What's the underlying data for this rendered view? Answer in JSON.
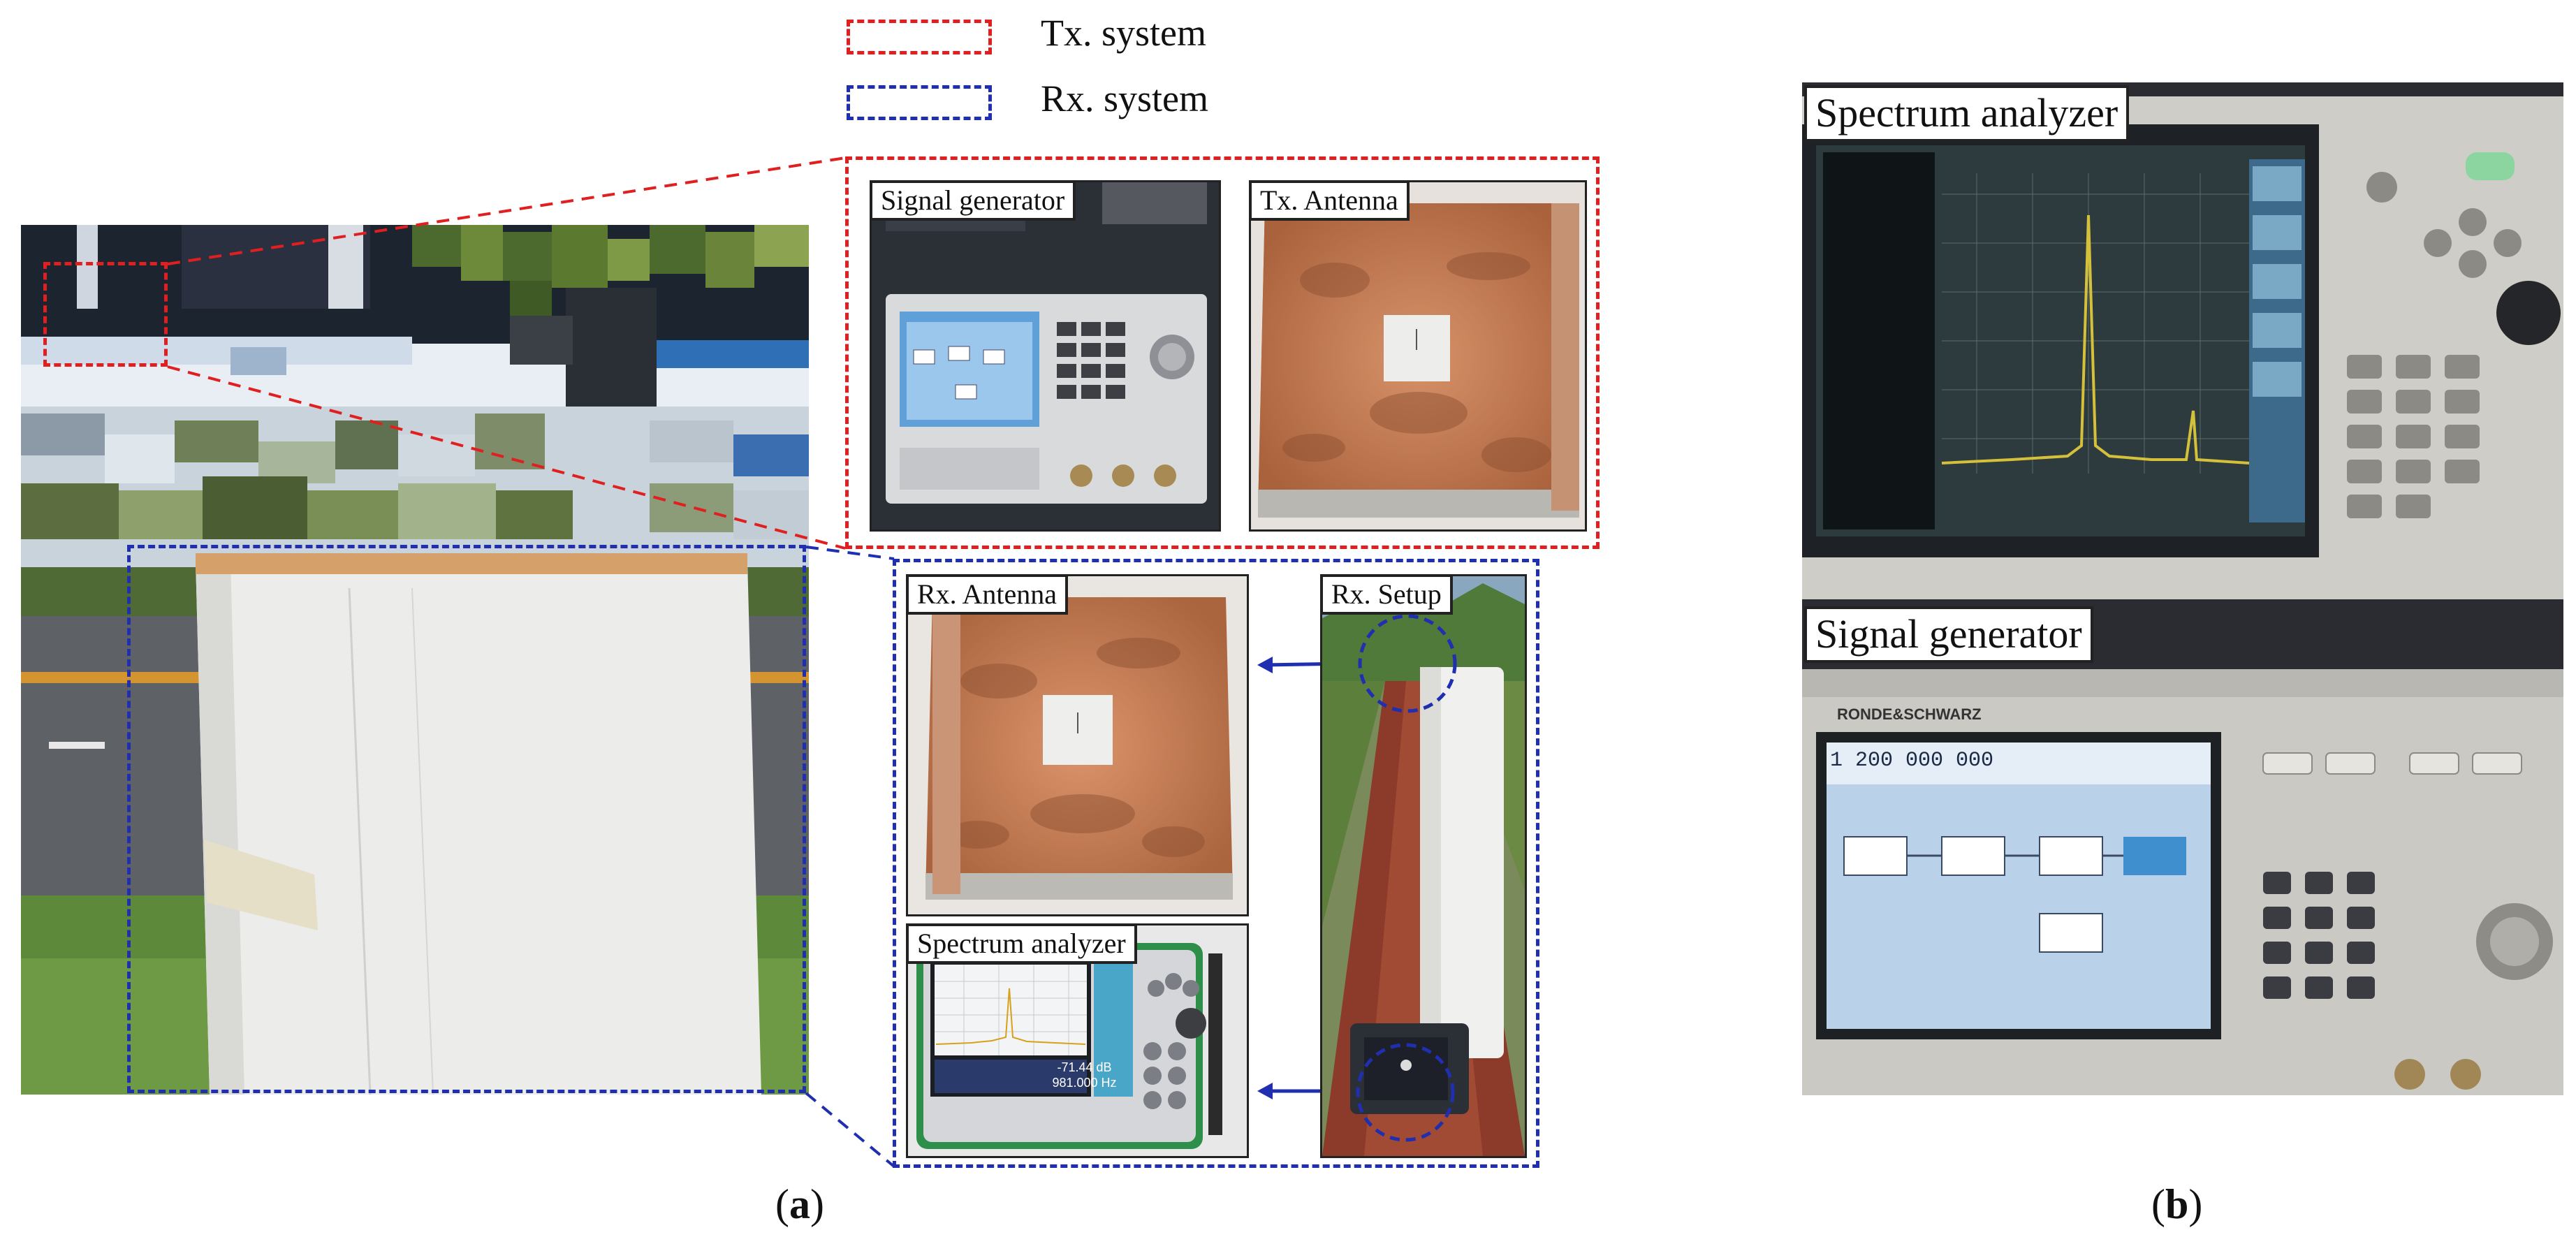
{
  "legend": {
    "tx": "Tx. system",
    "rx": "Rx. system",
    "tx_color": "#e02020",
    "rx_color": "#1f2fb0"
  },
  "panel_a": {
    "labels": {
      "signal_generator": "Signal generator",
      "tx_antenna": "Tx. Antenna",
      "rx_antenna": "Rx. Antenna",
      "rx_setup": "Rx. Setup",
      "spectrum_analyzer": "Spectrum analyzer"
    },
    "analyzer_readout": {
      "level": "-71.44 dB",
      "freq": "981.000 Hz"
    },
    "caption_open": "(",
    "caption_letter": "a",
    "caption_close": ")"
  },
  "panel_b": {
    "labels": {
      "spectrum_analyzer": "Spectrum analyzer",
      "signal_generator": "Signal generator"
    },
    "brand": "RONDE&SCHWARZ",
    "frequency": "1 200 000 000",
    "caption_open": "(",
    "caption_letter": "b",
    "caption_close": ")"
  }
}
